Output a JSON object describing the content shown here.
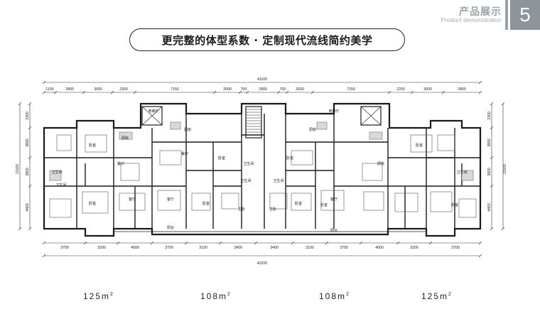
{
  "header": {
    "title": "产品展示",
    "subtitle": "Product demonstration",
    "page_number": "5"
  },
  "banner": {
    "text": "更完整的体型系数 · 定制现代流线简约美学"
  },
  "plan": {
    "overall_top": "41100",
    "overall_bottom": "42200",
    "top_dims": [
      "1100",
      "2800",
      "3000",
      "2300",
      "7150",
      "2600",
      "700",
      "2900",
      "700",
      "2600",
      "7250",
      "2200",
      "3000",
      "2800"
    ],
    "bottom_dims": [
      "3700",
      "3200",
      "4000",
      "3700",
      "3100",
      "3400",
      "3400",
      "3100",
      "3700",
      "4000",
      "3200",
      "3700"
    ],
    "left_dims": [
      "2300",
      "3800",
      "3800",
      "4400"
    ],
    "left_total": "13100",
    "right_dims": [
      "2300",
      "3800",
      "3600",
      "4400"
    ],
    "right_total": "13100",
    "room_labels": [
      "电梯厅",
      "厨房",
      "电梯厅",
      "餐厅",
      "卧室",
      "卫生间",
      "厨房",
      "卧室",
      "卫生间",
      "厨房",
      "餐厅",
      "卧室",
      "卫生间",
      "卧室",
      "客厅",
      "卧室",
      "卫生间",
      "卫生间",
      "阳台",
      "客厅",
      "卧室",
      "主卧",
      "主卧",
      "卧室",
      "客厅",
      "卧室",
      "阳台",
      "厨房",
      "卫生间",
      "卧室"
    ]
  },
  "areas": [
    {
      "value": "125",
      "unit": "m",
      "sup": "2"
    },
    {
      "value": "108",
      "unit": "m",
      "sup": "2"
    },
    {
      "value": "108",
      "unit": "m",
      "sup": "2"
    },
    {
      "value": "125",
      "unit": "m",
      "sup": "2"
    }
  ]
}
